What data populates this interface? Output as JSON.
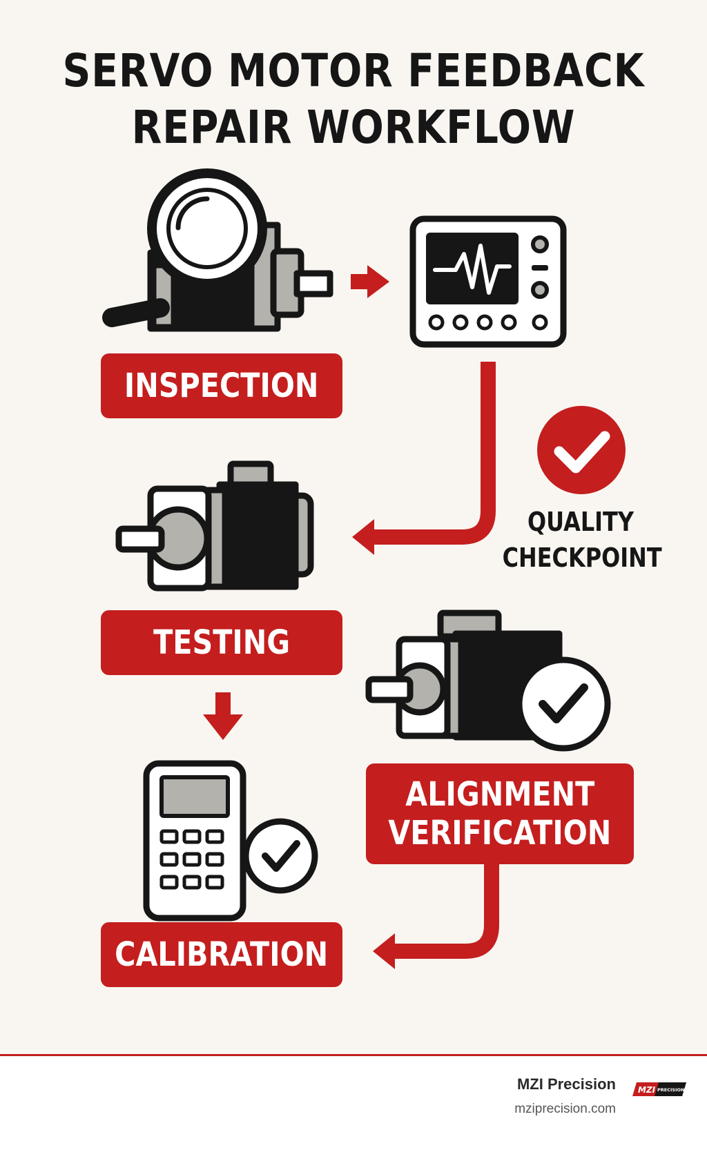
{
  "title": {
    "line1": "SERVO MOTOR FEEDBACK",
    "line2": "REPAIR WORKFLOW"
  },
  "steps": [
    {
      "label": "INSPECTION",
      "icon": "magnifier-motor-icon"
    },
    {
      "label": "TESTING",
      "icon": "servo-motor-icon"
    },
    {
      "label_line1": "ALIGNMENT",
      "label_line2": "VERIFICATION",
      "icon": "motor-check-icon"
    },
    {
      "label": "CALIBRATION",
      "icon": "calculator-check-icon"
    }
  ],
  "checkpoint": {
    "line1": "QUALITY",
    "line2": "CHECKPOINT",
    "icon": "check-circle-icon"
  },
  "footer": {
    "brand": "MZI Precision",
    "url": "mziprecision.com",
    "logo_text": "MZI PRECISION"
  },
  "colors": {
    "accent": "#c41e1e",
    "ink": "#161616",
    "background": "#f9f6f1",
    "gray": "#b4b2ad"
  }
}
